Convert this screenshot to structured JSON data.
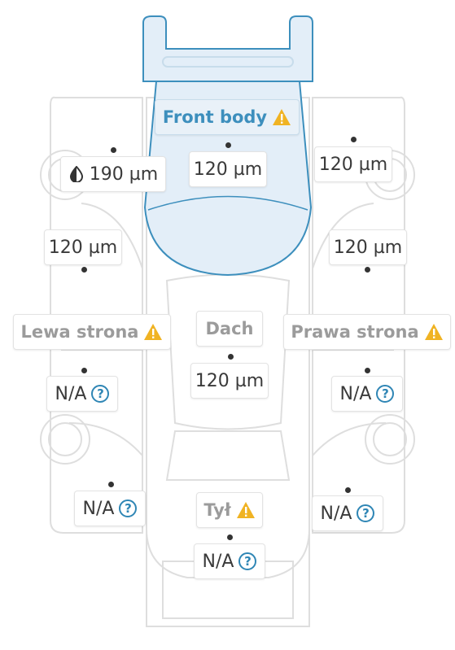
{
  "sections": {
    "front": {
      "label": "Front body"
    },
    "left": {
      "label": "Lewa strona"
    },
    "roof": {
      "label": "Dach"
    },
    "right": {
      "label": "Prawa strona"
    },
    "rear": {
      "label": "Tył"
    }
  },
  "readings": {
    "front_left_fender": "190 µm",
    "hood": "120 µm",
    "front_right_fender": "120 µm",
    "left_front_door": "120 µm",
    "right_front_door": "120 µm",
    "roof": "120 µm",
    "left_rear_door": "N/A",
    "right_rear_door": "N/A",
    "left_rear_quarter": "N/A",
    "right_rear_quarter": "N/A",
    "trunk": "N/A"
  },
  "colors": {
    "accent": "#3d8fbd",
    "warning": "#f0b323",
    "outline": "#dedede",
    "selected_fill": "#e3eef8"
  },
  "icons": {
    "warning": "warning-triangle-icon",
    "unknown": "question-circle-icon",
    "repaint": "half-drop-icon"
  }
}
